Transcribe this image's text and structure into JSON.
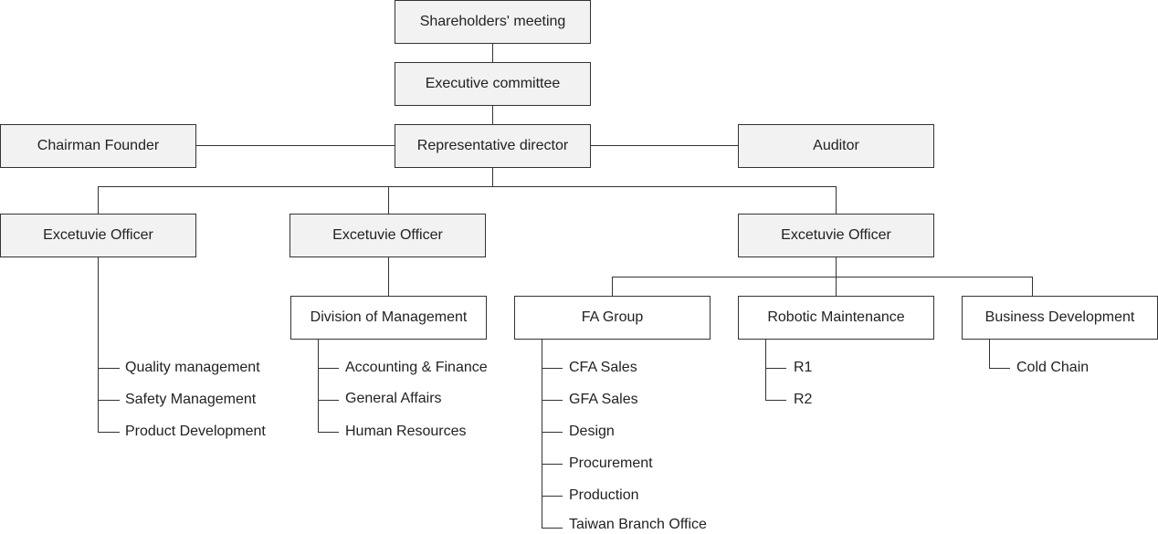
{
  "top": {
    "shareholders": "Shareholders' meeting",
    "executive_committee": "Executive committee",
    "chairman": "Chairman Founder",
    "representative": "Representative director",
    "auditor": "Auditor"
  },
  "officers": {
    "left": "Excetuvie Officer",
    "middle": "Excetuvie Officer",
    "right": "Excetuvie Officer"
  },
  "left_branch": {
    "items": [
      "Quality management",
      "Safety Management",
      "Product Development"
    ]
  },
  "middle_branch": {
    "division": "Division of Management",
    "items": [
      "Accounting & Finance",
      "General Affairs",
      "Human Resources"
    ]
  },
  "right_branch": {
    "fa_group": {
      "title": "FA Group",
      "items": [
        "CFA Sales",
        "GFA Sales",
        "Design",
        "Procurement",
        "Production",
        "Taiwan Branch Office"
      ]
    },
    "robotic": {
      "title": "Robotic Maintenance",
      "items": [
        "R1",
        "R2"
      ]
    },
    "business": {
      "title": "Business Development",
      "items": [
        "Cold Chain"
      ]
    }
  }
}
